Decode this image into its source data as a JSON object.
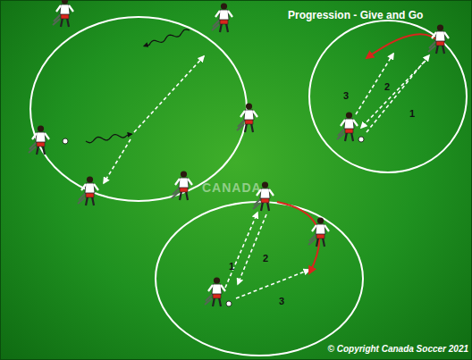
{
  "diagram": {
    "title": "Progression - Give and Go",
    "caption": "© Copyright Canada Soccer 2021",
    "labels": [
      "3",
      "2",
      "1",
      "1",
      "2",
      "3",
      "CANADA"
    ]
  }
}
